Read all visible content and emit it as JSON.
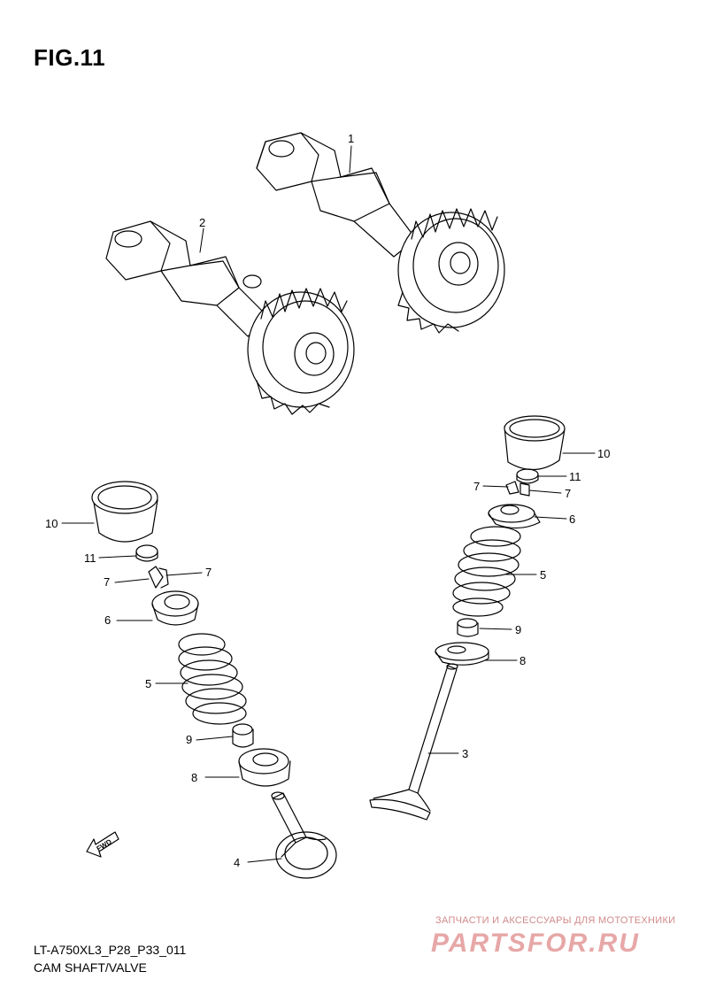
{
  "figure": {
    "title": "FIG.11",
    "code": "LT-A750XL3_P28_P33_011",
    "caption": "CAM SHAFT/VALVE"
  },
  "direction_marker": {
    "label": "FWD",
    "icon": "forward-arrow-icon"
  },
  "callouts": [
    {
      "id": "c1",
      "number": "1"
    },
    {
      "id": "c2",
      "number": "2"
    },
    {
      "id": "c3",
      "number": "3"
    },
    {
      "id": "c4",
      "number": "4"
    },
    {
      "id": "c5a",
      "number": "5"
    },
    {
      "id": "c5b",
      "number": "5"
    },
    {
      "id": "c6a",
      "number": "6"
    },
    {
      "id": "c6b",
      "number": "6"
    },
    {
      "id": "c7a",
      "number": "7"
    },
    {
      "id": "c7b",
      "number": "7"
    },
    {
      "id": "c7c",
      "number": "7"
    },
    {
      "id": "c7d",
      "number": "7"
    },
    {
      "id": "c8a",
      "number": "8"
    },
    {
      "id": "c8b",
      "number": "8"
    },
    {
      "id": "c9a",
      "number": "9"
    },
    {
      "id": "c9b",
      "number": "9"
    },
    {
      "id": "c10a",
      "number": "10"
    },
    {
      "id": "c10b",
      "number": "10"
    },
    {
      "id": "c11a",
      "number": "11"
    },
    {
      "id": "c11b",
      "number": "11"
    }
  ],
  "watermark": {
    "tagline": "ЗАПЧАСТИ И АКСЕССУАРЫ ДЛЯ МОТОТЕХНИКИ",
    "brand": "PARTSFOR.RU"
  }
}
